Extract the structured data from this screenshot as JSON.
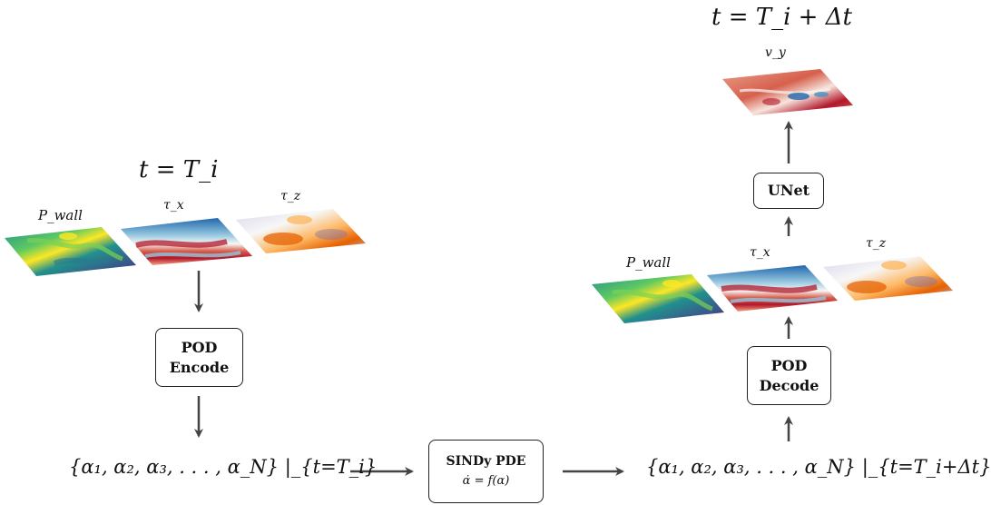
{
  "left": {
    "time_label": "t = T_i",
    "fields": {
      "p_wall": "P_wall",
      "tau_x": "τ_x",
      "tau_z": "τ_z"
    },
    "encode_box": {
      "line1": "POD",
      "line2": "Encode"
    },
    "coefficients": "{α₁, α₂, α₃, . . . , α_N} |_{t=T_i}"
  },
  "middle": {
    "sindy_box": {
      "title": "SINDy PDE",
      "equation": "α̇ = f(α)"
    }
  },
  "right": {
    "time_label": "t = T_i + Δt",
    "velocity_label": "v_y",
    "unet_box": {
      "label": "UNet"
    },
    "fields": {
      "p_wall": "P_wall",
      "tau_x": "τ_x",
      "tau_z": "τ_z"
    },
    "decode_box": {
      "line1": "POD",
      "line2": "Decode"
    },
    "coefficients": "{α₁, α₂, α₃, . . . , α_N} |_{t=T_i+Δt}"
  },
  "colors": {
    "arrow": "#444444",
    "viridis": [
      "#440154",
      "#3b528b",
      "#21918c",
      "#5ec962",
      "#fde725"
    ],
    "diverging": [
      "#2166ac",
      "#92c5de",
      "#f7f7f7",
      "#f4a582",
      "#b2182b"
    ],
    "puor": [
      "#5e3c99",
      "#b2abd2",
      "#f7f7f7",
      "#fdb863",
      "#e66101"
    ]
  }
}
